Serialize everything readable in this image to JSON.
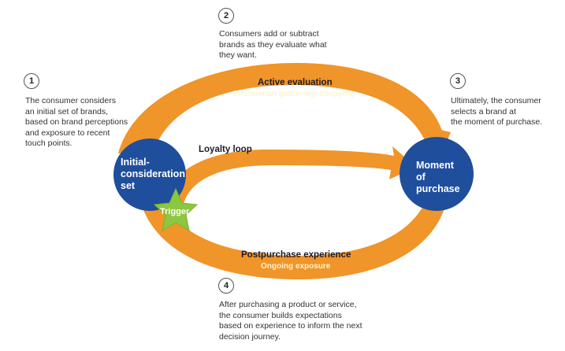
{
  "steps": [
    {
      "number": "1",
      "text": "The consumer considers\nan initial set of brands,\nbased on brand perceptions\nand exposure to recent\ntouch points."
    },
    {
      "number": "2",
      "text": "Consumers add or subtract\nbrands as they evaluate what\nthey want."
    },
    {
      "number": "3",
      "text": "Ultimately, the consumer\nselects a brand at\nthe moment of purchase."
    },
    {
      "number": "4",
      "text": "After purchasing a product or service,\nthe consumer builds expectations\nbased on experience to inform the next\ndecision journey."
    }
  ],
  "arcs": {
    "top_title": "Active evaluation",
    "top_subtitle": "Information gathering, shopping",
    "bottom_title": "Postpurchase experience",
    "bottom_subtitle": "Ongoing exposure",
    "loop_title": "Loyalty loop"
  },
  "nodes": {
    "initial": "Initial-\nconsideration\nset",
    "purchase": "Moment\nof\npurchase",
    "trigger": "Trigger"
  },
  "colors": {
    "orange": "#f0952a",
    "blue": "#1f4e9c",
    "green": "#8dc63f",
    "dark_text": "#1c1c2a"
  }
}
